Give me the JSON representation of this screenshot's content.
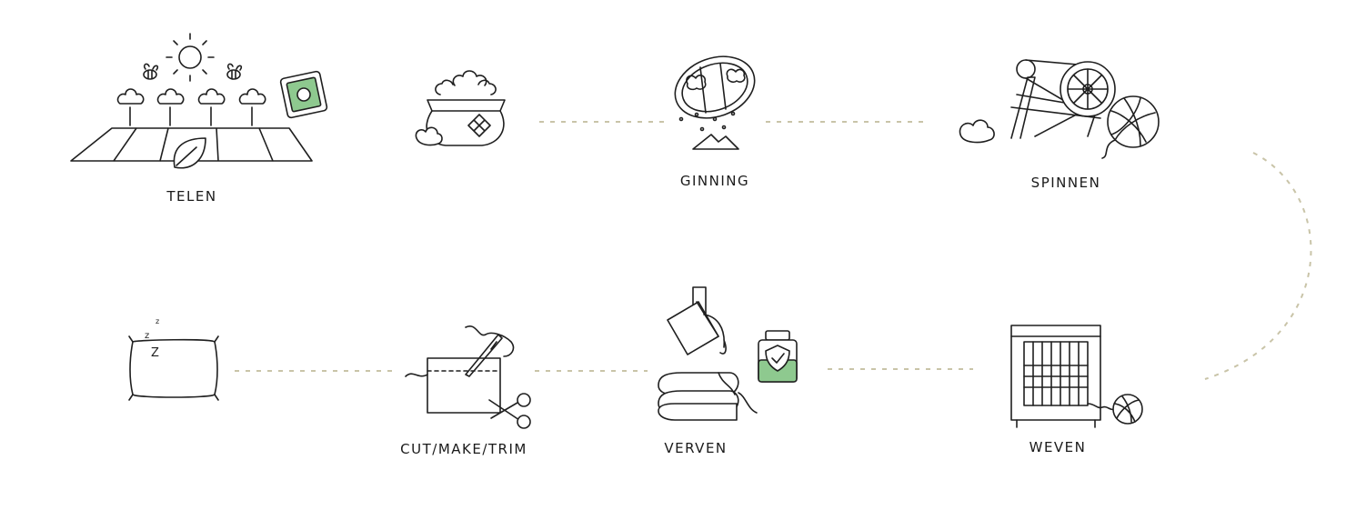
{
  "colors": {
    "accent_green": "#8ec98f",
    "connector": "#c9c4a8",
    "line": "#1f1f1f"
  },
  "steps": [
    {
      "label": "TELEN",
      "icon": "cotton-field-icon"
    },
    {
      "label": "",
      "icon": "cotton-sack-icon"
    },
    {
      "label": "GINNING",
      "icon": "ginning-drum-icon"
    },
    {
      "label": "SPINNEN",
      "icon": "spinning-wheel-icon"
    },
    {
      "label": "WEVEN",
      "icon": "loom-icon"
    },
    {
      "label": "VERVEN",
      "icon": "dye-bucket-icon"
    },
    {
      "label": "CUT/MAKE/TRIM",
      "icon": "sewing-scissors-icon"
    },
    {
      "label": "",
      "icon": "pillow-icon"
    }
  ]
}
